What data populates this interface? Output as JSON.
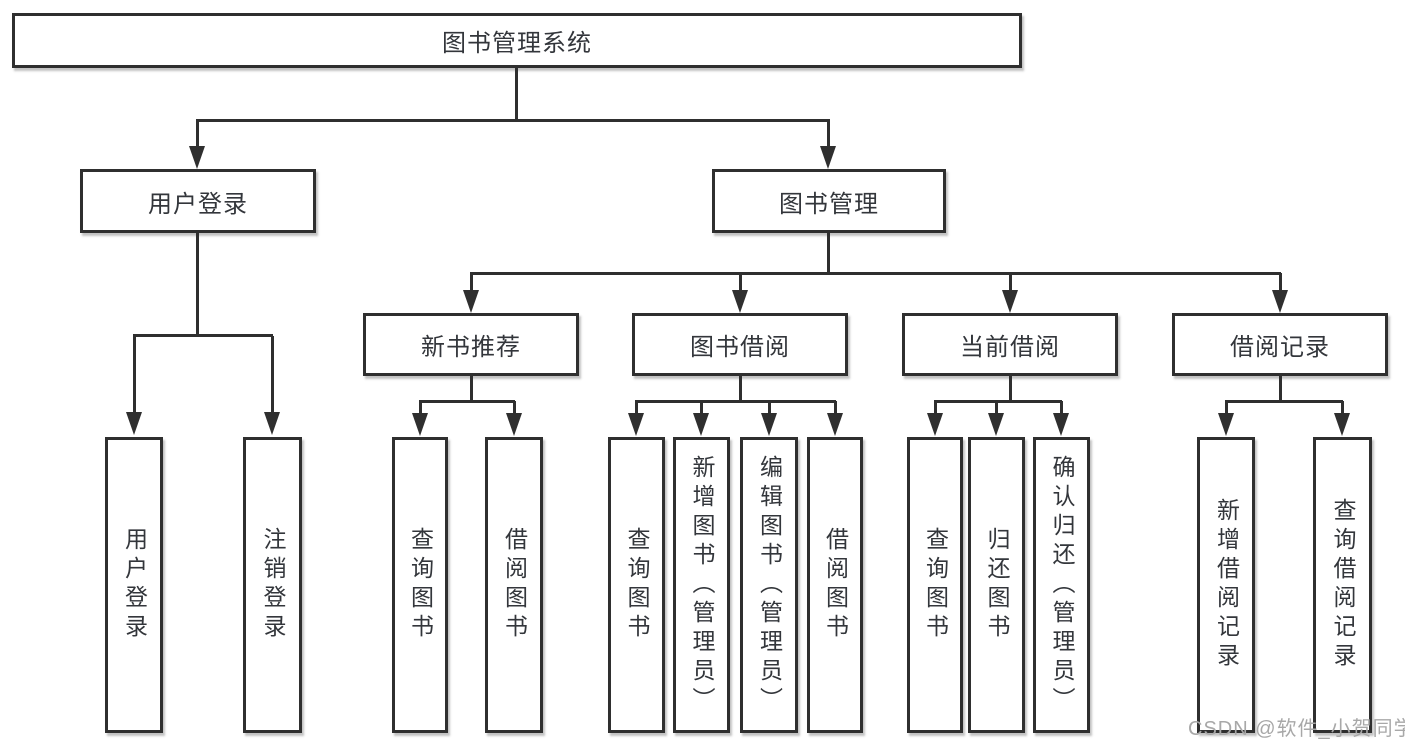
{
  "diagram": {
    "root": "图书管理系统",
    "l2": [
      "用户登录",
      "图书管理"
    ],
    "l3": [
      "新书推荐",
      "图书借阅",
      "当前借阅",
      "借阅记录"
    ],
    "leaves_user_login": [
      "用户登录",
      "注销登录"
    ],
    "leaves_new_book": [
      "查询图书",
      "借阅图书"
    ],
    "leaves_book_borrow": [
      "查询图书",
      "新增图书（管理员）",
      "编辑图书（管理员）",
      "借阅图书"
    ],
    "leaves_current_borrow": [
      "查询图书",
      "归还图书",
      "确认归还（管理员）"
    ],
    "leaves_records": [
      "新增借阅记录",
      "查询借阅记录"
    ],
    "colors": {
      "line": "#2f2f2f",
      "text": "#33363b",
      "box_background": "#ffffff",
      "page_background": "#ffffff",
      "watermark": "#a8a8a8"
    }
  },
  "watermark": {
    "text": "CSDN @软件_小贺同学"
  }
}
